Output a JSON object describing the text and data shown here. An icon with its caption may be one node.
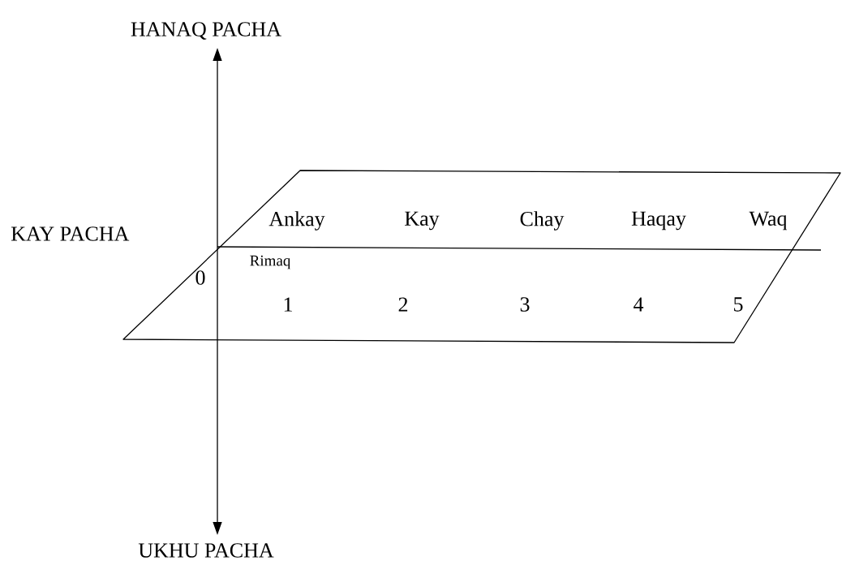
{
  "diagram": {
    "nodes": [
      {
        "text": [
          "HANAQ PACHA"
        ]
      },
      {
        "text": [
          "UKHU PACHA"
        ]
      }
    ],
    "edges": [
      {
        "from": 0,
        "to": 1,
        "arrow": "both"
      }
    ],
    "labels": [
      "KAY PACHA",
      "Ankay",
      "Kay",
      "Chay",
      "Haqay",
      "Waq",
      "Rimaq",
      "0",
      "1",
      "2",
      "3",
      "4",
      "5"
    ]
  }
}
